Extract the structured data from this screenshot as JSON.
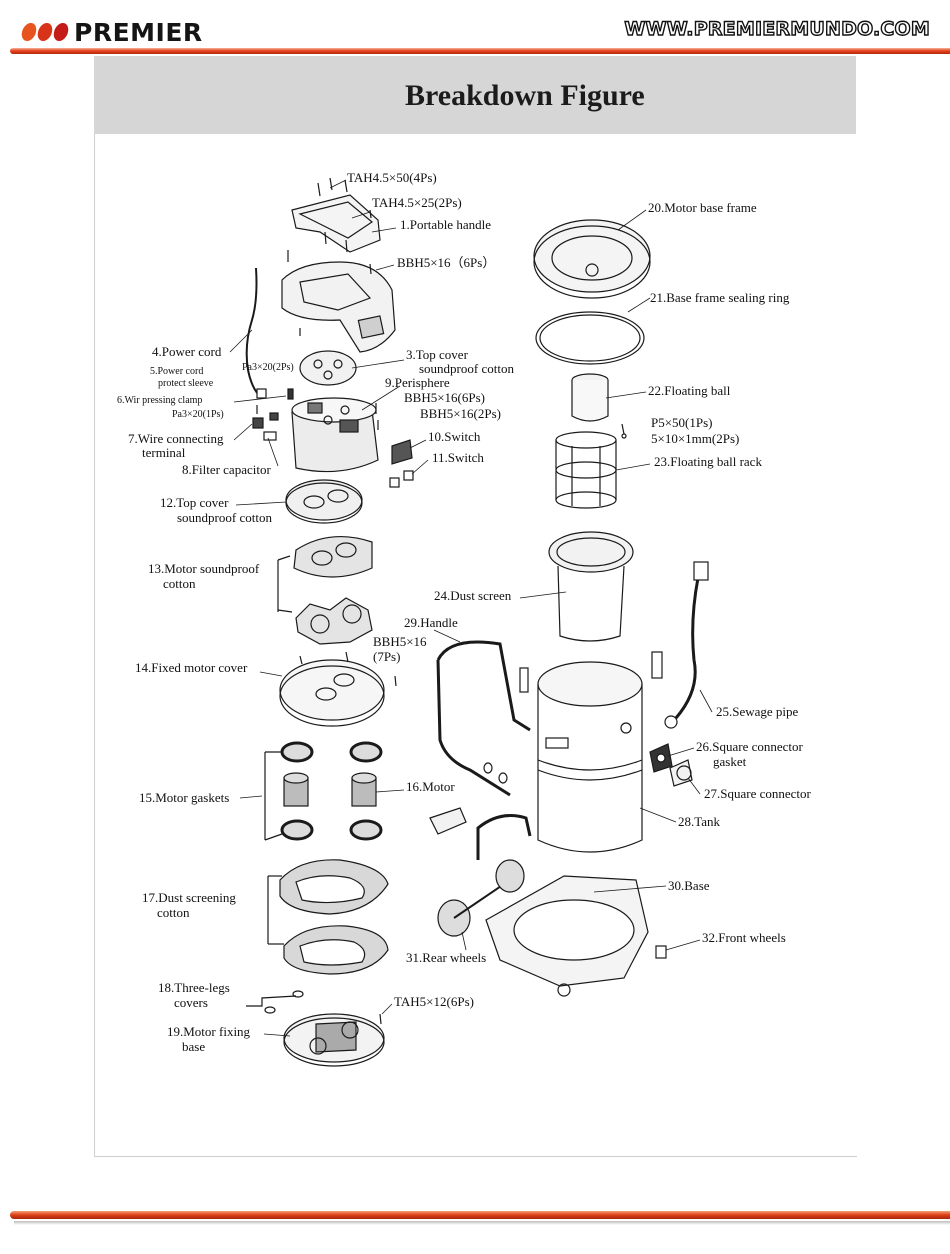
{
  "header": {
    "brand": "PREMIER",
    "website": "WWW.PREMIERMUNDO.COM",
    "dot_colors": [
      "#e8541f",
      "#d8341a",
      "#c41b16"
    ],
    "accent_color": "#d43a14"
  },
  "page_title": "Breakdown Figure",
  "labels": {
    "screw_tah45x50": "TAH4.5×50(4Ps)",
    "screw_tah45x25": "TAH4.5×25(2Ps)",
    "part_1": "1.Portable handle",
    "screw_bbh5x16_6ps_a": "BBH5×16（6Ps）",
    "part_4": "4.Power cord",
    "screw_pa3x20_2ps": "Pa3×20(2Ps)",
    "part_5_line1": "5.Power cord",
    "part_5_line2": "protect sleeve",
    "part_6": "6.Wir pressing clamp",
    "screw_pa3x20_1ps": "Pa3×20(1Ps)",
    "part_3_line1": "3.Top cover",
    "part_3_line2": "soundproof cotton",
    "part_9": "9.Perisphere",
    "screw_bbh5x16_6ps_b": "BBH5×16(6Ps)",
    "screw_bbh5x16_2ps": "BBH5×16(2Ps)",
    "part_7_line1": "7.Wire connecting",
    "part_7_line2": "terminal",
    "part_10": "10.Switch",
    "part_11": "11.Switch",
    "part_8": "8.Filter capacitor",
    "part_12_line1": "12.Top cover",
    "part_12_line2": "soundproof cotton",
    "part_13_line1": "13.Motor soundproof",
    "part_13_line2": "cotton",
    "screw_bbh5x16_7ps_line1": "BBH5×16",
    "screw_bbh5x16_7ps_line2": "(7Ps)",
    "part_29": "29.Handle",
    "part_14": "14.Fixed motor cover",
    "part_15": "15.Motor gaskets",
    "part_16": "16.Motor",
    "part_17_line1": "17.Dust screening",
    "part_17_line2": "cotton",
    "part_18_line1": "18.Three-legs",
    "part_18_line2": "covers",
    "screw_tah5x12": "TAH5×12(6Ps)",
    "part_19_line1": "19.Motor fixing",
    "part_19_line2": "base",
    "part_20": "20.Motor base frame",
    "part_21": "21.Base frame sealing ring",
    "part_22": "22.Floating ball",
    "screw_p5x50": "P5×50(1Ps)",
    "washer_5x10x1": "5×10×1mm(2Ps)",
    "part_23": "23.Floating ball rack",
    "part_24": "24.Dust screen",
    "part_25": "25.Sewage pipe",
    "part_26_line1": "26.Square connector",
    "part_26_line2": "gasket",
    "part_27": "27.Square connector",
    "part_28": "28.Tank",
    "part_30": "30.Base",
    "part_31": "31.Rear wheels",
    "part_32": "32.Front wheels"
  }
}
